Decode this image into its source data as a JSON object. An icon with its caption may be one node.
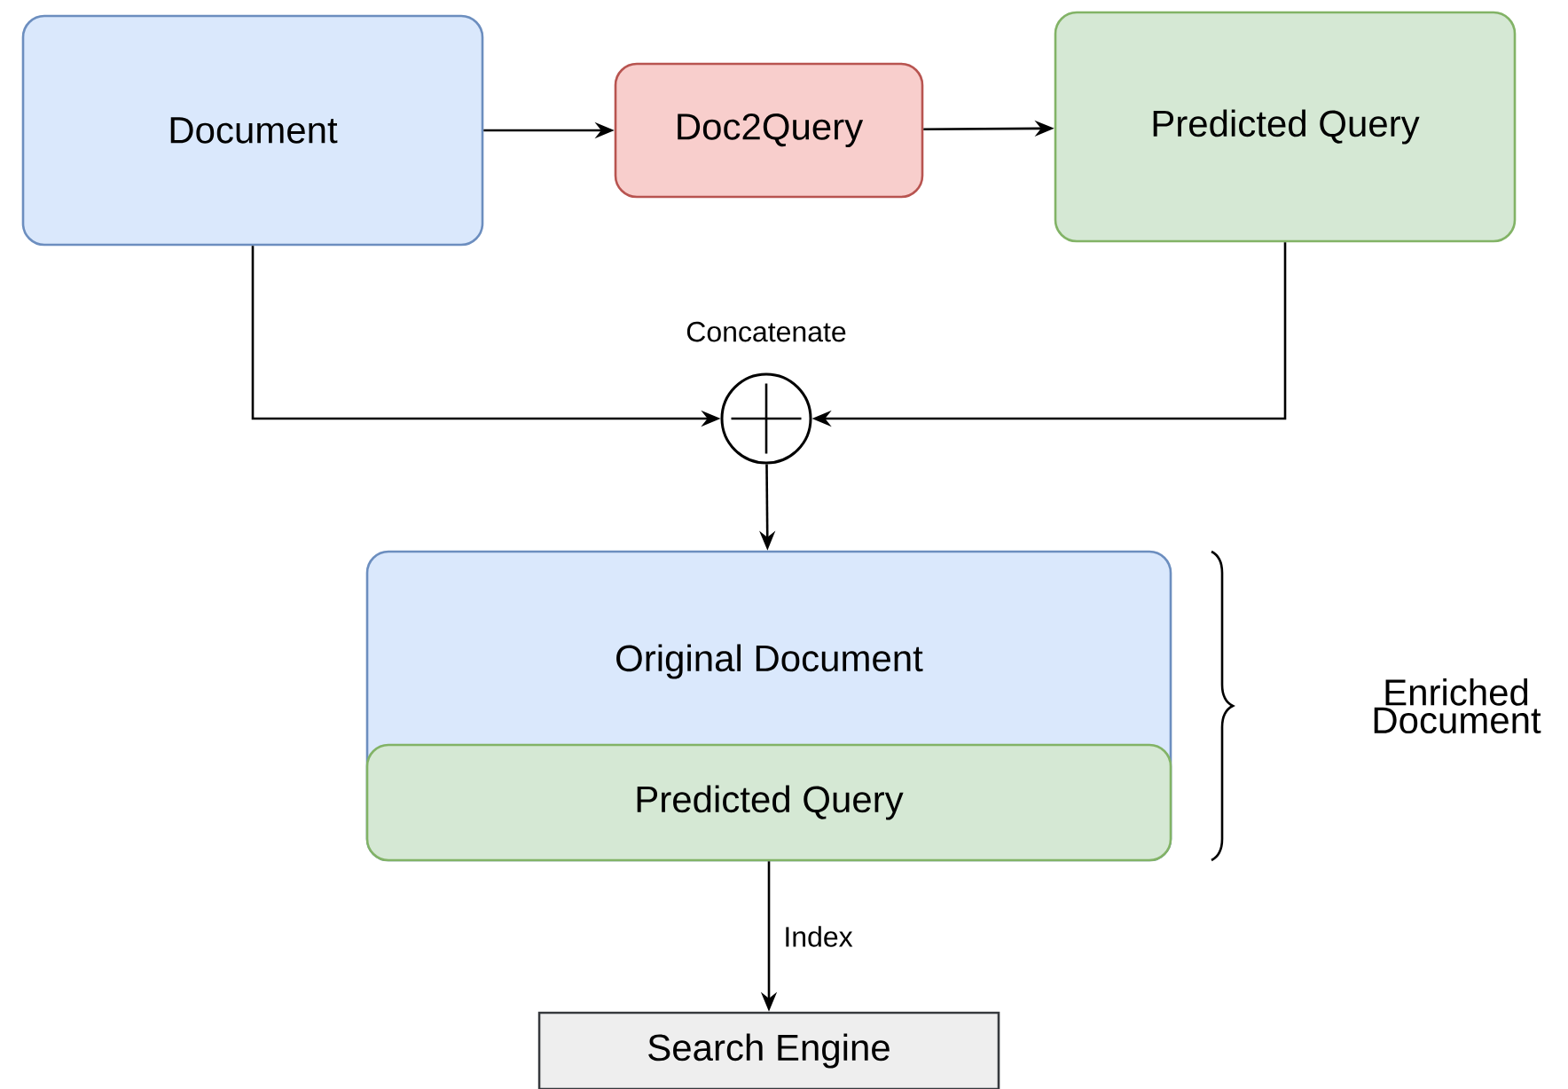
{
  "diagram": {
    "nodes": [
      {
        "text": [
          "Document"
        ]
      },
      {
        "text": [
          "Doc2Query"
        ]
      },
      {
        "text": [
          "Predicted Query"
        ]
      },
      {
        "text": [],
        "shape": "circle",
        "beside": [
          "Concatenate"
        ]
      },
      {
        "text": [
          "Original Document"
        ]
      },
      {
        "text": [
          "Predicted Query"
        ],
        "in": 4
      },
      {
        "text": [
          "Search Engine"
        ]
      }
    ],
    "edges": [
      {
        "from": 0,
        "to": 1,
        "arrow": "to"
      },
      {
        "from": 1,
        "to": 2,
        "arrow": "to"
      },
      {
        "from": 0,
        "to": 3,
        "arrow": "to"
      },
      {
        "from": 2,
        "to": 3,
        "arrow": "to"
      },
      {
        "from": 3,
        "to": 4,
        "arrow": "to"
      },
      {
        "from": 5,
        "to": 6,
        "arrow": "to",
        "label": "Index"
      }
    ],
    "labels": [
      "Enriched Document"
    ]
  }
}
